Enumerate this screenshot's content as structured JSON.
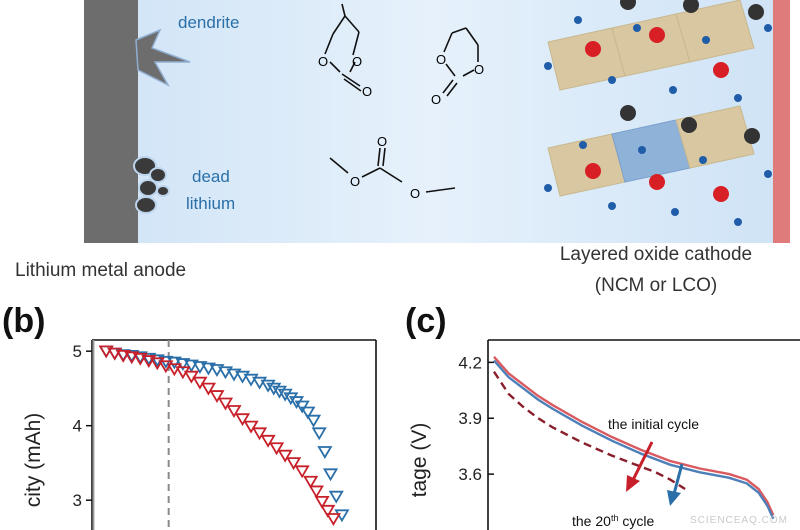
{
  "schematic": {
    "label_dendrite": "dendrite",
    "label_dead_line1": "dead",
    "label_dead_line2": "lithium",
    "anode_caption": "Lithium metal anode",
    "cathode_caption_line1": "Layered oxide cathode",
    "cathode_caption_line2": "(NCM or LCO)",
    "colors": {
      "electrolyte_bg": "#d6e8f8",
      "anode": "#6d6d6d",
      "cathode_bar": "#e07b7b",
      "octahedron_tan": "#d8c7a0",
      "octahedron_blue": "#8fb2d9",
      "metal_red": "#d81f26",
      "oxygen_blue": "#1f5da8",
      "lithium_dark": "#333333",
      "label_blue": "#2a6fa8"
    },
    "molecule_atom": "O"
  },
  "panel_b": {
    "letter": "(b)",
    "ylabel": "city (mAh)",
    "chart_data": {
      "type": "scatter",
      "ylabel": "city (mAh)",
      "yticks": [
        5,
        4,
        3
      ],
      "ylim": [
        2.6,
        5.15
      ],
      "xlim": [
        0,
        100
      ],
      "series": [
        {
          "color": "#2a6fa8",
          "marker": "triangle-down",
          "x": [
            5,
            8,
            11,
            14,
            17,
            20,
            23,
            26,
            29,
            32,
            35,
            38,
            41,
            44,
            47,
            50,
            53,
            56,
            59,
            62,
            64,
            66,
            68,
            70,
            72,
            74,
            76,
            78,
            80,
            82,
            84,
            86,
            88
          ],
          "y": [
            5.0,
            4.97,
            4.95,
            4.94,
            4.92,
            4.9,
            4.88,
            4.86,
            4.85,
            4.83,
            4.81,
            4.79,
            4.77,
            4.75,
            4.72,
            4.69,
            4.66,
            4.62,
            4.58,
            4.54,
            4.5,
            4.46,
            4.42,
            4.37,
            4.32,
            4.26,
            4.18,
            4.07,
            3.9,
            3.65,
            3.35,
            3.05,
            2.8
          ]
        },
        {
          "color": "#c8202a",
          "marker": "triangle-down",
          "x": [
            5,
            8,
            11,
            14,
            17,
            20,
            23,
            26,
            29,
            32,
            35,
            38,
            41,
            44,
            47,
            50,
            53,
            56,
            59,
            62,
            65,
            68,
            71,
            74,
            77,
            79,
            81,
            83,
            85
          ],
          "y": [
            5.0,
            4.97,
            4.94,
            4.92,
            4.9,
            4.87,
            4.84,
            4.8,
            4.76,
            4.72,
            4.66,
            4.58,
            4.5,
            4.4,
            4.3,
            4.2,
            4.09,
            3.99,
            3.9,
            3.8,
            3.7,
            3.6,
            3.5,
            3.39,
            3.25,
            3.12,
            2.98,
            2.86,
            2.75
          ]
        }
      ],
      "vlines": [
        {
          "x": 0.5,
          "style": "solid",
          "color": "#999999"
        },
        {
          "x": 27,
          "style": "dashed",
          "color": "#8a8a8a"
        }
      ]
    }
  },
  "panel_c": {
    "letter": "(c)",
    "ylabel": "tage (V)",
    "annotation_initial": "the initial cycle",
    "annotation_20th_pre": "the 20",
    "annotation_20th_sup": "th",
    "annotation_20th_post": " cycle",
    "chart_data": {
      "type": "line",
      "ylabel": "tage (V)",
      "yticks": [
        4.2,
        3.9,
        3.6
      ],
      "ylim": [
        3.3,
        4.32
      ],
      "xlim": [
        0,
        100
      ],
      "series": [
        {
          "color": "#d95a60",
          "style": "solid",
          "x": [
            0,
            5,
            10,
            15,
            20,
            30,
            40,
            50,
            60,
            70,
            80,
            86,
            90,
            93,
            95
          ],
          "y": [
            4.23,
            4.14,
            4.08,
            4.02,
            3.97,
            3.88,
            3.8,
            3.73,
            3.67,
            3.63,
            3.6,
            3.57,
            3.52,
            3.45,
            3.38
          ]
        },
        {
          "color": "#4d7fb8",
          "style": "solid",
          "x": [
            0,
            5,
            10,
            15,
            20,
            30,
            40,
            50,
            60,
            70,
            80,
            86,
            90,
            93,
            95
          ],
          "y": [
            4.21,
            4.12,
            4.06,
            4.0,
            3.95,
            3.86,
            3.78,
            3.71,
            3.65,
            3.61,
            3.58,
            3.55,
            3.5,
            3.43,
            3.36
          ]
        },
        {
          "color": "#8a1f2c",
          "style": "dashed",
          "x": [
            0,
            5,
            10,
            15,
            20,
            30,
            40,
            50,
            55,
            60,
            65
          ],
          "y": [
            4.15,
            4.03,
            3.96,
            3.9,
            3.85,
            3.77,
            3.7,
            3.64,
            3.61,
            3.57,
            3.52
          ]
        }
      ]
    }
  },
  "watermark": "SCIENCEAQ.COM"
}
